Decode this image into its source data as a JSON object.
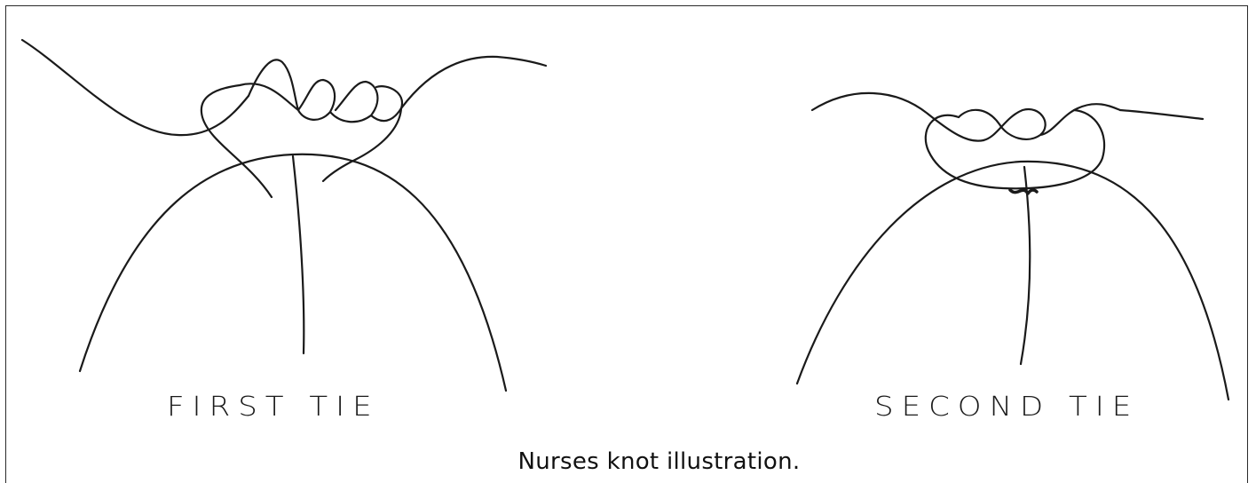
{
  "labels": {
    "first": "FIRST TIE",
    "second": "SECOND TIE"
  },
  "caption": "Nurses knot illustration.",
  "colors": {
    "line": "#1a1a1a",
    "background": "#ffffff"
  }
}
